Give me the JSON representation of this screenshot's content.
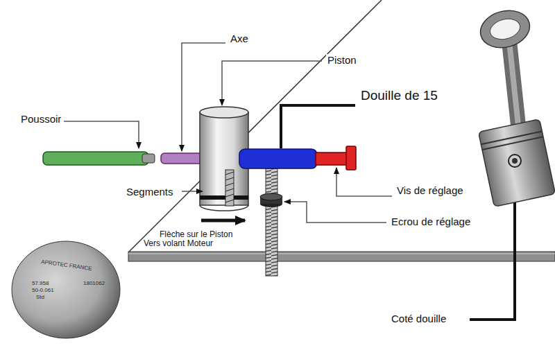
{
  "diagram": {
    "labels": [
      "Poussoir",
      "Axe",
      "Piston",
      "Douille de 15",
      "Segments",
      "Vis de réglage",
      "Ecrou de réglage",
      "Flèche sur le Piston",
      "Vers volant Moteur",
      "Coté douille",
      "APROTEC FRANCE",
      "57.958",
      "50-0.061",
      "Std",
      "1801062"
    ]
  }
}
